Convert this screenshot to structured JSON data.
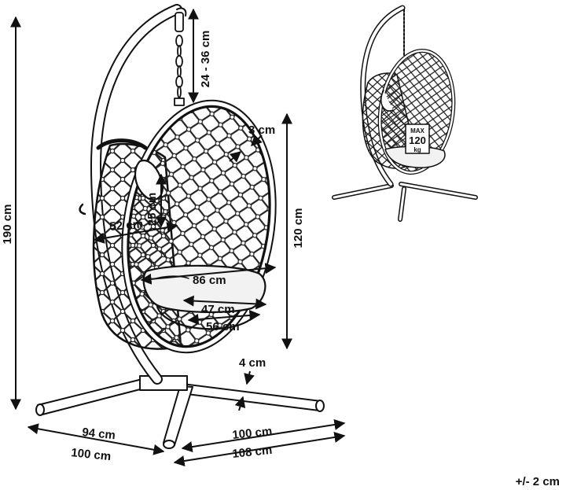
{
  "dimensions": {
    "chain": "24 - 36 cm",
    "total_height": "190 cm",
    "frame_tube": "3 cm",
    "seat_height": "120 cm",
    "back_height": "25 cm",
    "inner_depth": "52 cm",
    "basket_width": "86 cm",
    "cushion_width": "47 cm",
    "seat_width": "56 cm",
    "leg_tube": "4 cm",
    "base_left_inner": "94 cm",
    "base_left_outer": "100 cm",
    "base_right_inner": "100 cm",
    "base_right_outer": "108 cm"
  },
  "tolerance": "+/- 2 cm",
  "badge": {
    "line1": "MAX",
    "line2": "120",
    "line3": "kg"
  },
  "colors": {
    "line": "#111111",
    "fill": "#ffffff",
    "cushion": "#f2f2f2"
  }
}
